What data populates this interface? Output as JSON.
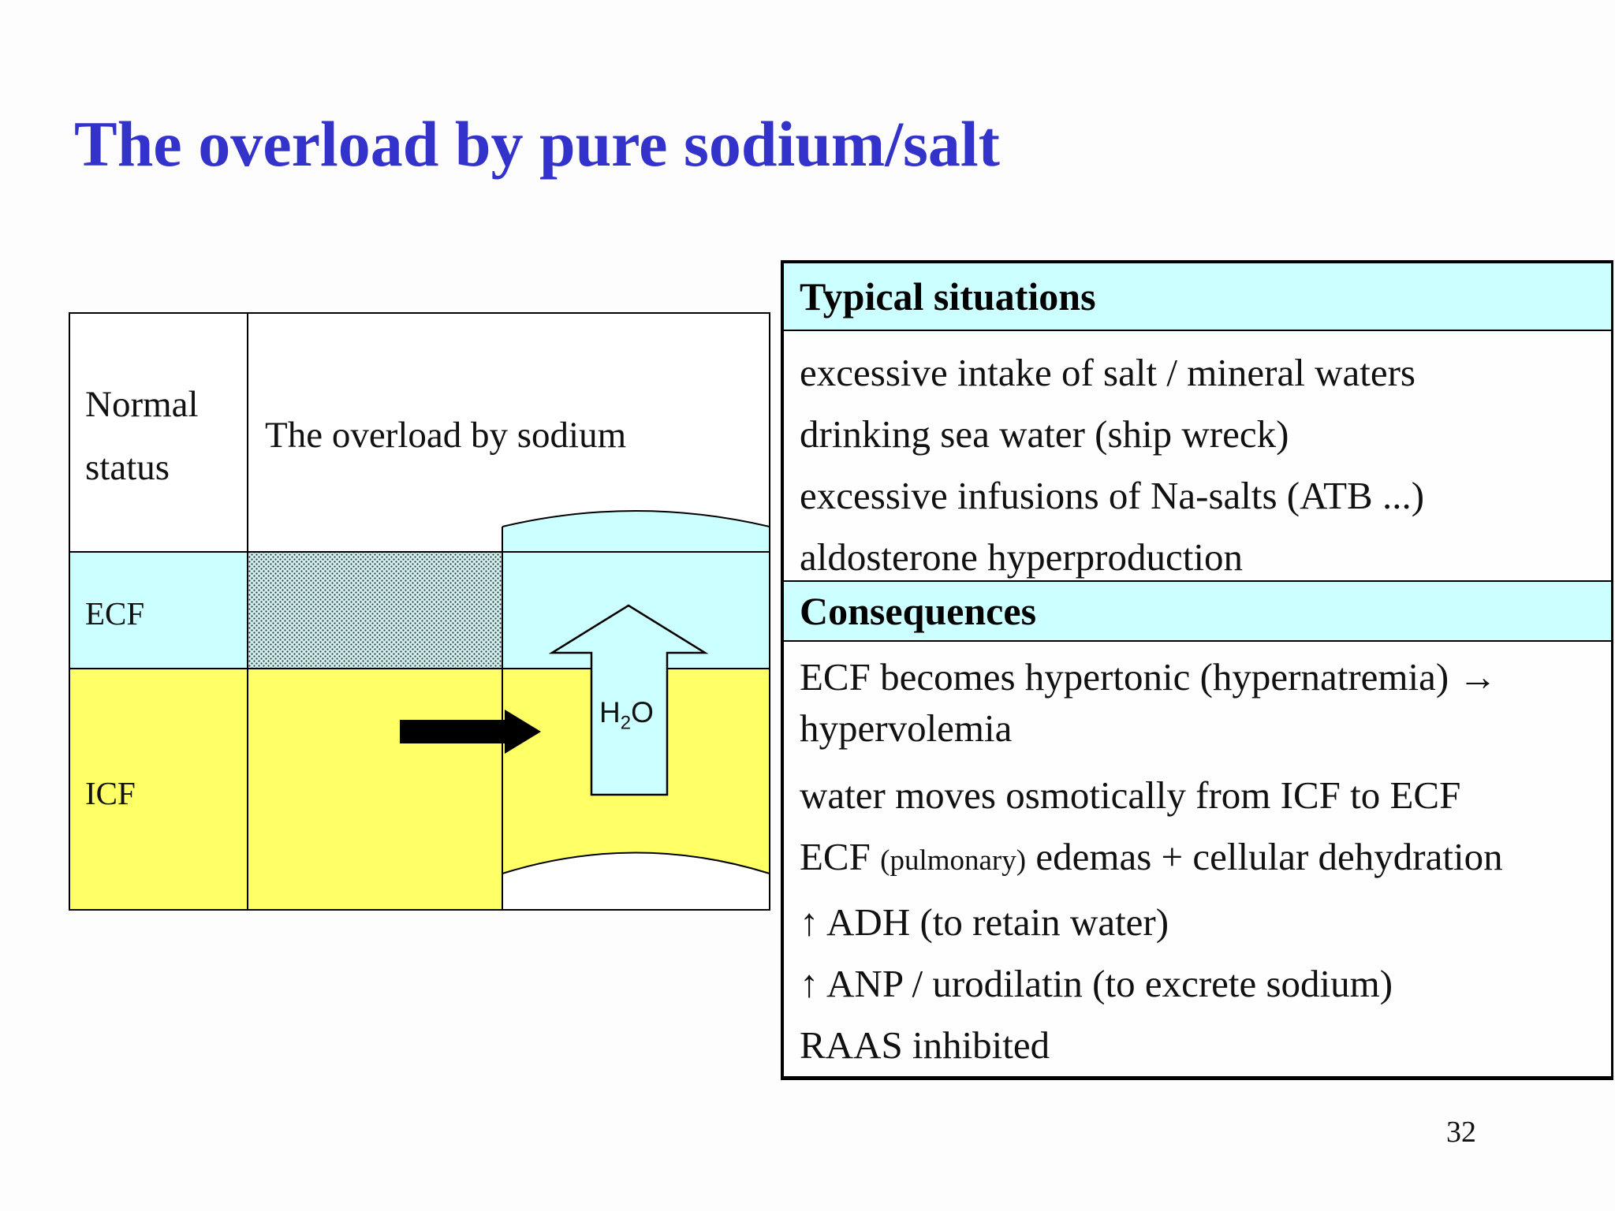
{
  "slide": {
    "title": "The overload by pure sodium/salt",
    "page_number": "32"
  },
  "diagram": {
    "header_normal_line1": "Normal",
    "header_normal_line2": "status",
    "header_overload": "The overload by sodium",
    "row_ecf": "ECF",
    "row_icf": "ICF",
    "water_label_main": "H",
    "water_label_sub": "2",
    "water_label_end": "O",
    "colors": {
      "ecf": "#ccffff",
      "icf": "#ffff66",
      "arrow": "#000000"
    }
  },
  "table": {
    "typical_heading": "Typical situations",
    "typical_items": [
      "excessive intake of salt / mineral waters",
      "drinking sea water (ship wreck)",
      "excessive infusions of Na-salts (ATB ...)",
      "aldosterone hyperproduction"
    ],
    "consequences_heading": "Consequences",
    "consequences": {
      "c1": "ECF becomes hypertonic (hypernatremia) → hypervolemia",
      "c2": "water moves osmotically from ICF to ECF",
      "c3_a": "ECF ",
      "c3_small": "(pulmonary)",
      "c3_b": " edemas + cellular dehydration",
      "c4": "↑ ADH (to retain water)",
      "c5": "↑ ANP / urodilatin (to excrete sodium)",
      "c6": "RAAS inhibited"
    }
  }
}
